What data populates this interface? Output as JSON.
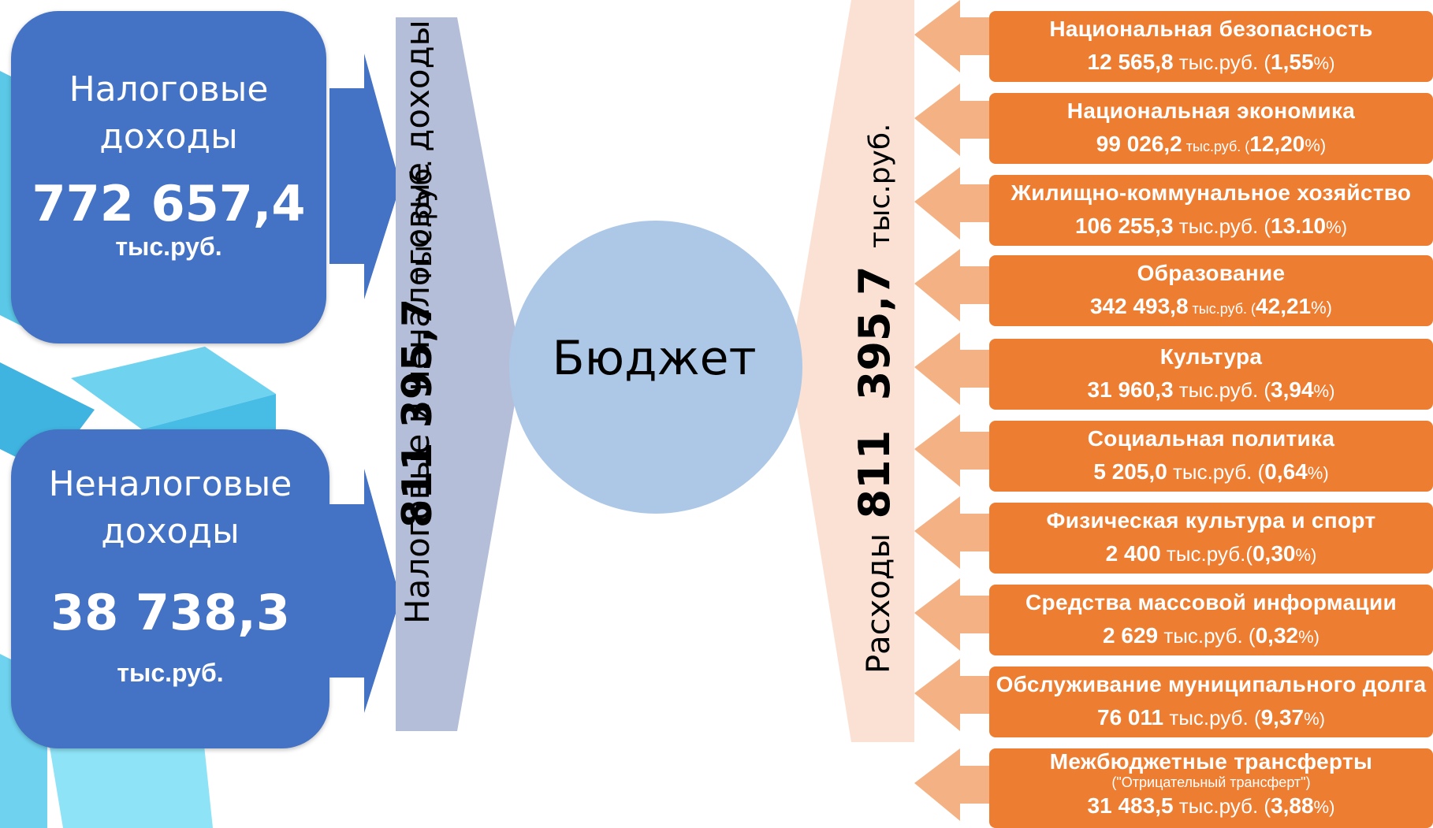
{
  "income": [
    {
      "title1": "Налоговые",
      "title2": "доходы",
      "value": "772 657,4",
      "unit": "тыс.руб."
    },
    {
      "title1": "Неналоговые",
      "title2": "доходы",
      "value": "38 738,3",
      "unit": "тыс.руб."
    }
  ],
  "total_income": {
    "label": "Налоговые   и   неналоговые   доходы",
    "value": "811 395,7",
    "unit": "тыс.руб."
  },
  "budget": {
    "label": "Бюджет"
  },
  "total_expense": {
    "label": "Расходы",
    "value": "811  395,7",
    "unit": "тыс.руб."
  },
  "expenses": [
    {
      "name": "Национальная безопасность",
      "amount": "12 565,8",
      "unit": " тыс.руб. (",
      "pct": "1,55",
      "unit_size": "sm"
    },
    {
      "name": "Национальная экономика",
      "amount": "99 026,2",
      "unit": " тыс.руб. (",
      "pct": "12,20",
      "unit_size": "xs"
    },
    {
      "name": "Жилищно-коммунальное хозяйство",
      "amount": "106 255,3",
      "unit": " тыс.руб. (",
      "pct": "13.10",
      "unit_size": "sm"
    },
    {
      "name": "Образование",
      "amount": "342 493,8",
      "unit": " тыс.руб. (",
      "pct": "42,21",
      "unit_size": "xs"
    },
    {
      "name": "Культура",
      "amount": "31 960,3",
      "unit": " тыс.руб. (",
      "pct": "3,94",
      "unit_size": "sm"
    },
    {
      "name": "Социальная политика",
      "amount": "5 205,0",
      "unit": " тыс.руб. (",
      "pct": "0,64",
      "unit_size": "sm"
    },
    {
      "name": "Физическая культура и спорт",
      "amount": "2 400",
      "unit": " тыс.руб.(",
      "pct": "0,30",
      "unit_size": "sm"
    },
    {
      "name": "Средства массовой информации",
      "amount": "2 629",
      "unit": " тыс.руб. (",
      "pct": "0,32",
      "unit_size": "sm"
    },
    {
      "name": "Обслуживание муниципального долга",
      "amount": "76 011",
      "unit": " тыс.руб. (",
      "pct": "9,37",
      "unit_size": "sm"
    },
    {
      "name": "Межбюджетные трансферты",
      "note": "(\"Отрицательный трансферт\")",
      "amount": "31 483,5",
      "unit": " тыс.руб. (",
      "pct": "3,88",
      "unit_size": "sm"
    }
  ],
  "colors": {
    "income": "#4472c4",
    "expense": "#ed7d31",
    "expense_arrow": "#f4b183",
    "budget": "#adc8e6",
    "income_band": "#b4bed8",
    "expense_band": "#fbe1d4"
  }
}
